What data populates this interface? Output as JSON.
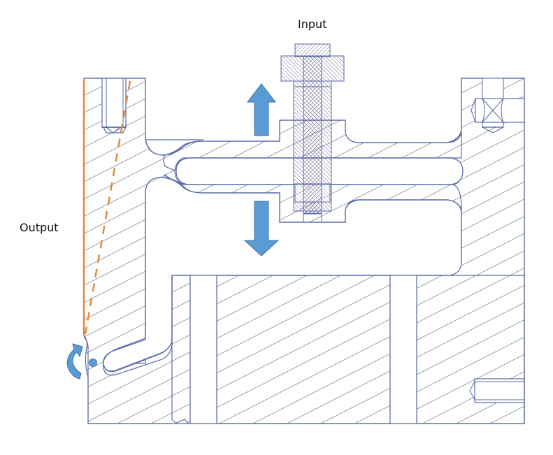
{
  "diagram": {
    "type": "mechanical-cross-section",
    "labels": {
      "input": "Input",
      "output": "Output"
    },
    "colors": {
      "outline": "#5a6aa8",
      "hatch": "#6b6f8c",
      "pin_hatch": "#5a4f8a",
      "arrow_fill": "#5b9bd5",
      "arrow_stroke": "#41719c",
      "output_line": "#e08a3c",
      "background": "#ffffff"
    },
    "icons": {
      "up_arrow": "arrow-up-icon",
      "down_arrow": "arrow-down-icon",
      "rotation_arrow": "curved-rotation-arrow-icon",
      "pivot": "pivot-dot-icon"
    }
  }
}
